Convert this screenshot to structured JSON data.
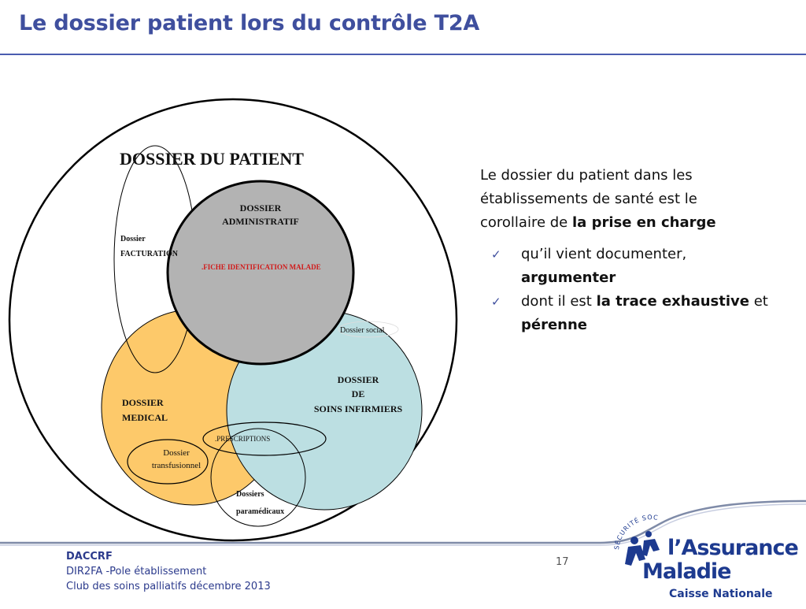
{
  "title": "Le dossier patient lors du contrôle T2A",
  "diagram": {
    "main_title": "DOSSIER DU PATIENT",
    "facturation_line1": "Dossier",
    "facturation_line2": "FACTURATION",
    "admin_line1": "DOSSIER",
    "admin_line2": "ADMINISTRATIF",
    "fiche": ".FICHE IDENTIFICATION  MALADE",
    "social": "Dossier social",
    "soins_line1": "DOSSIER",
    "soins_line2": "DE",
    "soins_line3": "SOINS INFIRMIERS",
    "medical_line1": "DOSSIER",
    "medical_line2": "MEDICAL",
    "prescriptions": ".PRESCRIPTIONS",
    "transfusionnel_line1": "Dossier",
    "transfusionnel_line2": "transfusionnel",
    "paramedicaux_line1": "Dossiers",
    "paramedicaux_line2": "paramédicaux",
    "colors": {
      "admin": "#b3b3b3",
      "medical": "#fdc96a",
      "soins": "#bcdfe2",
      "fiche": "#d11a1a"
    }
  },
  "text": {
    "intro_1": "Le dossier du patient dans les",
    "intro_2": "établissements de santé est le",
    "intro_3": "corollaire de ",
    "intro_bold": "la prise en charge",
    "b1_1": "qu’il vient documenter,",
    "b1_bold": "argumenter",
    "b2_pre": "dont il est ",
    "b2_bold": "la trace exhaustive",
    "b2_post": " et",
    "b2_bold2": "pérenne",
    "check_glyph": "✓"
  },
  "footer": {
    "org": "DACCRF",
    "line2": "DIR2FA -Pole établissement",
    "line3": "Club des soins palliatifs décembre 2013",
    "page": "17"
  },
  "logo": {
    "arc_text": "SÉCURITÉ SOCIALE",
    "brand1": "l’Assurance",
    "brand2": "Maladie",
    "sub": "Caisse Nationale"
  }
}
